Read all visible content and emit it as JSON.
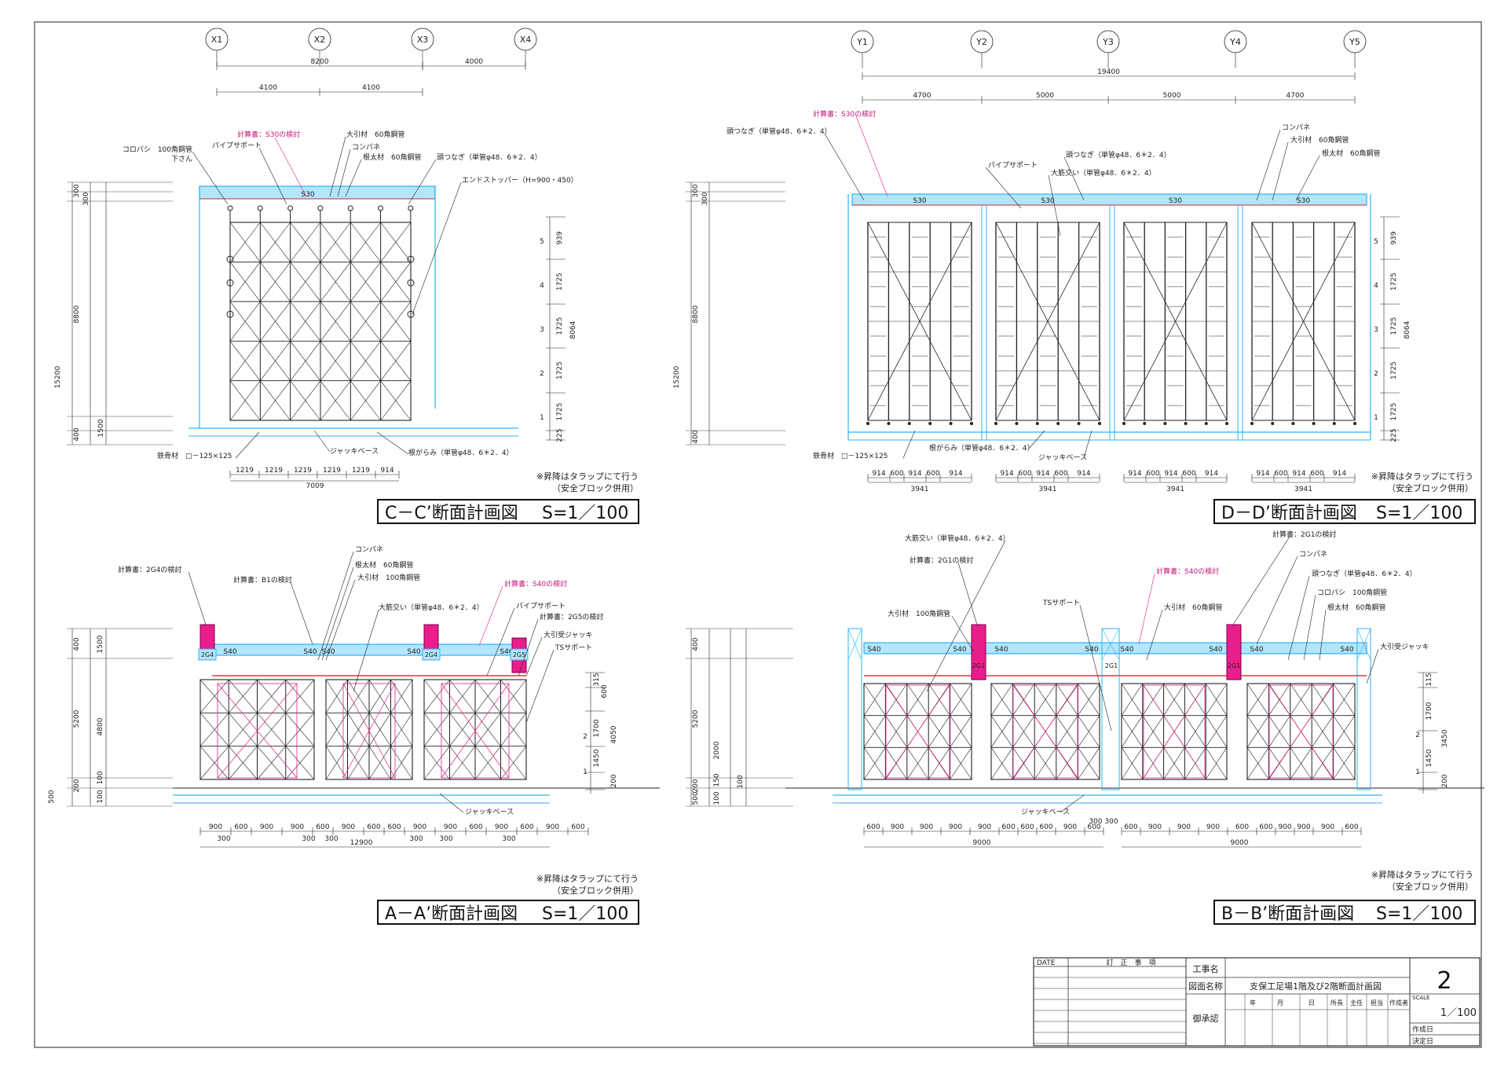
{
  "grid_labels": {
    "cc": [
      "X1",
      "X2",
      "X3",
      "X4"
    ],
    "dd": [
      "Y1",
      "Y2",
      "Y3",
      "Y4",
      "Y5"
    ]
  },
  "colors": {
    "cyan": "#29b6f6",
    "magenta": "#e91e8c",
    "ink": "#222222",
    "red": "#e53935"
  },
  "cc": {
    "title": "C－C’断面計画図",
    "scale": "S=1／100",
    "dims_top": [
      "8200",
      "4100",
      "4100",
      "4000"
    ],
    "dims_left": [
      "300",
      "300",
      "8800",
      "15200",
      "1500",
      "400"
    ],
    "dims_right": [
      "939",
      "1725",
      "1725",
      "1725",
      "1725",
      "225",
      "8064"
    ],
    "levels": [
      "5",
      "4",
      "3",
      "2",
      "1"
    ],
    "dims_bottom": [
      "1219",
      "1219",
      "1219",
      "1219",
      "1219",
      "914"
    ],
    "dims_total": "7009",
    "slab": "S30",
    "annotations": {
      "calc": "計算書：S30の検討",
      "ohbiki": "大引材　60角鋼管",
      "colopashi": "コロパシ　100角鋼管",
      "shitasan": "下さん",
      "pipe_support": "パイプサポート",
      "konpane": "コンパネ",
      "nedaizai": "根太材　60角鋼管",
      "atama": "頭つなぎ（単管φ48．6＊2．4）",
      "endstopper": "エンドストッパー（H=900・450）",
      "tekkotsu": "鉄骨材　□－125×125",
      "jack": "ジャッキベース",
      "negarami": "根がらみ（単管φ48．6＊2．4）"
    }
  },
  "dd": {
    "title": "D－D’断面計画図",
    "scale": "S=1／100",
    "dims_top": [
      "19400",
      "4700",
      "5000",
      "5000",
      "4700"
    ],
    "dims_left": [
      "300",
      "300",
      "8800",
      "15200",
      "400"
    ],
    "dims_right": [
      "939",
      "1725",
      "1725",
      "1725",
      "1725",
      "225",
      "8064"
    ],
    "levels": [
      "5",
      "4",
      "3",
      "2",
      "1"
    ],
    "dims_bottom": [
      "914",
      "600",
      "914",
      "600",
      "914"
    ],
    "dims_total": "3941",
    "slab": "S30",
    "annotations": {
      "calc": "計算書：S30の検討",
      "atama": "頭つなぎ（単管φ48．6＊2．4）",
      "pipe_support": "パイプサポート",
      "atama2": "頭つなぎ（単管φ48．6＊2．4）",
      "osuji": "大筋交い（単管φ48．6＊2．4）",
      "konpane": "コンパネ",
      "ohbiki": "大引材　60角鋼管",
      "nedaizai": "根太材　60角鋼管",
      "tekkotsu": "鉄骨材　□－125×125",
      "negarami": "根がらみ（単管φ48．6＊2．4）",
      "jack": "ジャッキベース"
    }
  },
  "note": [
    "※昇降はタラップにて行う",
    "（安全ブロック併用）"
  ],
  "aa": {
    "title": "A－A’断面計画図",
    "scale": "S=1／100",
    "dims_left": [
      "400",
      "1500",
      "5200",
      "4800",
      "100",
      "200",
      "500",
      "100"
    ],
    "dims_right": [
      "315",
      "600",
      "1700",
      "4050",
      "1450",
      "200"
    ],
    "levels": [
      "2",
      "1"
    ],
    "dims_bottom": [
      "900",
      "600",
      "900",
      "900",
      "600",
      "900",
      "600",
      "600",
      "900",
      "900",
      "600",
      "900",
      "600",
      "900",
      "600"
    ],
    "dims_bottom2": [
      "300",
      "300",
      "300",
      "300",
      "300",
      "300"
    ],
    "dims_total": "12900",
    "slabs": [
      "S40",
      "S40",
      "S40",
      "S40",
      "S40"
    ],
    "beams": [
      "2G4",
      "2G4",
      "2G5"
    ],
    "annotations": {
      "konpane": "コンパネ",
      "nedaizai": "根太材　60角鋼管",
      "calc_2g4": "計算書：2G4の検討",
      "calc_b1": "計算書：B1の検討",
      "ohbiki": "大引材　100角鋼管",
      "calc_s40": "計算書：S40の検討",
      "osuji": "大筋交い（単管φ48．6＊2．4）",
      "pipe_support": "パイプサポート",
      "calc_2g5": "計算書：2G5の検討",
      "jack_head": "大引受ジャッキ",
      "ts": "TSサポート",
      "jack": "ジャッキベース"
    }
  },
  "bb": {
    "title": "B－B’断面計画図",
    "scale": "S=1／100",
    "dims_left": [
      "400",
      "5200",
      "2000",
      "150",
      "100",
      "200",
      "100",
      "500"
    ],
    "dims_right": [
      "115",
      "1700",
      "3450",
      "1450",
      "200"
    ],
    "levels": [
      "2",
      "1"
    ],
    "dims_bottom_left": [
      "600",
      "900",
      "900",
      "900",
      "900",
      "600",
      "600",
      "600",
      "900",
      "600"
    ],
    "dims_bottom_right": [
      "600",
      "900",
      "900",
      "900",
      "600",
      "600",
      "900",
      "900",
      "900",
      "600"
    ],
    "dims_bottom_mid": [
      "300",
      "300"
    ],
    "dims_total": [
      "9000",
      "9000"
    ],
    "slabs": [
      "S40",
      "S40",
      "S40",
      "S40",
      "S40",
      "S40",
      "S40",
      "S40"
    ],
    "beams": [
      "2G1",
      "2G1",
      "2G1"
    ],
    "annotations": {
      "osuji": "大筋交い（単管φ48．6＊2．4）",
      "calc_2g1": "計算書：2G1の検討",
      "calc_2g1b": "計算書：2G1の検討",
      "ohbiki100": "大引材　100角鋼管",
      "ts": "TSサポート",
      "calc_s40": "計算書：S40の検討",
      "ohbiki60": "大引材　60角鋼管",
      "konpane": "コンパネ",
      "atama": "頭つなぎ（単管φ48．6＊2．4）",
      "colopashi": "コロパシ　100角鋼管",
      "nedaizai": "根太材　60角鋼管",
      "jack_head": "大引受ジャッキ",
      "jack": "ジャッキベース"
    }
  },
  "title_block": {
    "date": "DATE",
    "revision": "訂　正　事　項",
    "project_label": "工事名",
    "drawing_label": "図面名称",
    "drawing_name": "支保工足場1階及び2階断面計画図",
    "approve_label": "御承認",
    "date_cols": [
      "年",
      "月",
      "日"
    ],
    "roles": [
      "所長",
      "主任",
      "担当",
      "作成者"
    ],
    "sheet_no": "2",
    "scale_label": "SCALE",
    "scale_value": "1／100",
    "made_label": "作成日",
    "decided_label": "決定日"
  }
}
